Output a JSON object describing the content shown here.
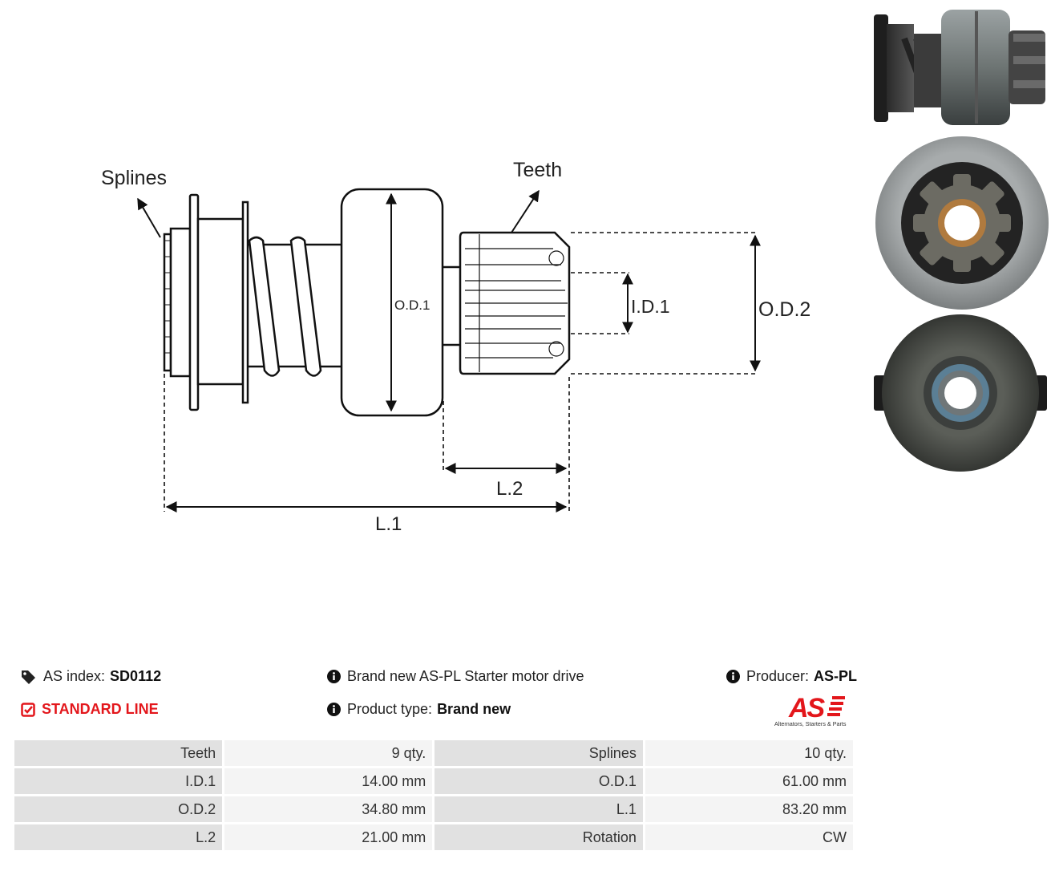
{
  "diagram": {
    "labels": {
      "splines": "Splines",
      "teeth": "Teeth",
      "od1": "O.D.1",
      "id1": "I.D.1",
      "od2": "O.D.2",
      "l2": "L.2",
      "l1": "L.1"
    }
  },
  "photos": {
    "side": "starter-drive-side-photo",
    "front": "starter-drive-front-photo",
    "back": "starter-drive-back-photo"
  },
  "info": {
    "as_index_label": "AS index:",
    "as_index_value": "SD0112",
    "line_label": "STANDARD LINE",
    "description": "Brand new AS-PL Starter motor drive",
    "product_type_label": "Product type:",
    "product_type_value": "Brand new",
    "producer_label": "Producer:",
    "producer_value": "AS-PL"
  },
  "logo": {
    "mark": "AS",
    "tagline": "Alternators, Starters & Parts",
    "color": "#e3161b"
  },
  "icons": {
    "tags": "tags-icon",
    "check": "check-square-icon",
    "info": "info-circle-icon"
  },
  "specs": [
    {
      "k1": "Teeth",
      "v1": "9 qty.",
      "k2": "Splines",
      "v2": "10 qty."
    },
    {
      "k1": "I.D.1",
      "v1": "14.00 mm",
      "k2": "O.D.1",
      "v2": "61.00 mm"
    },
    {
      "k1": "O.D.2",
      "v1": "34.80 mm",
      "k2": "L.1",
      "v2": "83.20 mm"
    },
    {
      "k1": "L.2",
      "v1": "21.00 mm",
      "k2": "Rotation",
      "v2": "CW"
    }
  ]
}
